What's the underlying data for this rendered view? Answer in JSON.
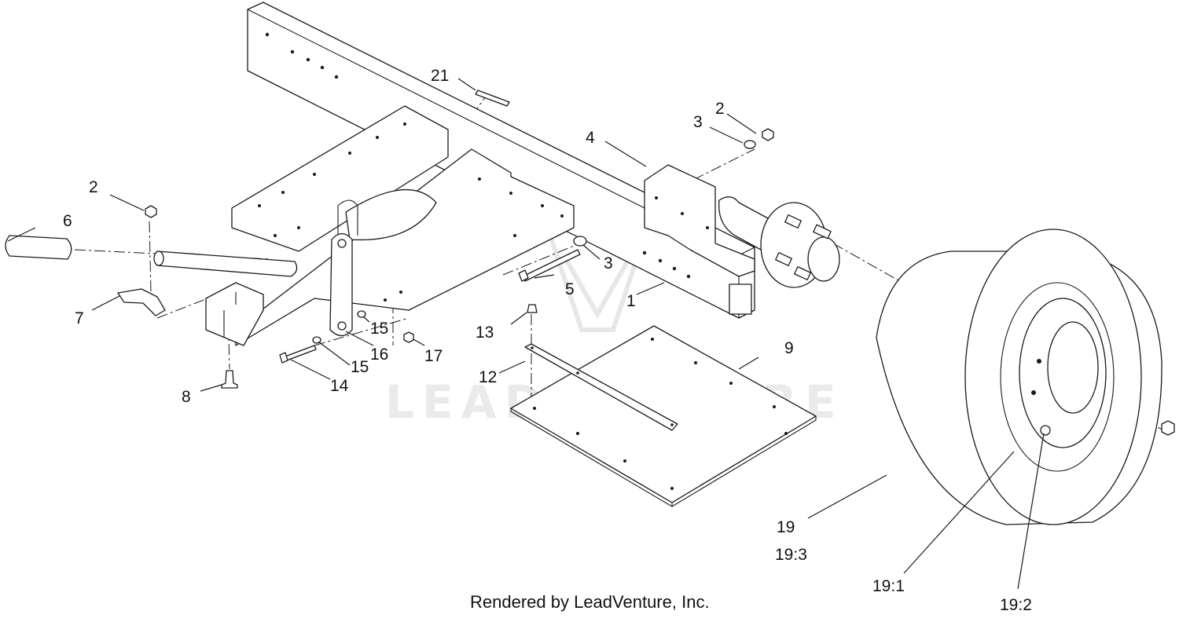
{
  "watermark": "LEADVENTURE",
  "credit": "Rendered by LeadVenture, Inc.",
  "callouts": {
    "c1": "1",
    "c2a": "2",
    "c2b": "2",
    "c3a": "3",
    "c3b": "3",
    "c4": "4",
    "c5": "5",
    "c6": "6",
    "c7": "7",
    "c8": "8",
    "c9": "9",
    "c12": "12",
    "c13": "13",
    "c14": "14",
    "c15a": "15",
    "c15b": "15",
    "c16": "16",
    "c17": "17",
    "c19": "19",
    "c19_3": "19:3",
    "c19_1": "19:1",
    "c19_2": "19:2",
    "c21": "21"
  }
}
